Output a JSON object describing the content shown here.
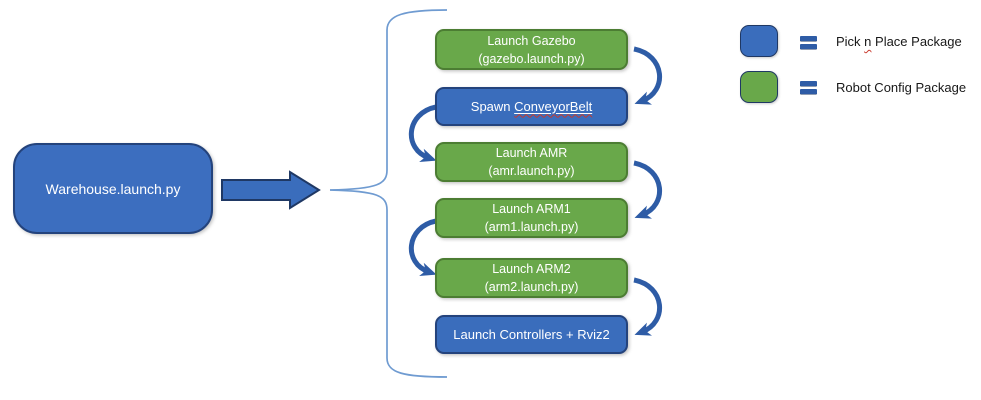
{
  "palette": {
    "blue_fill": "#3a6dbc",
    "blue_border": "#24437c",
    "green_fill": "#69a84a",
    "green_border": "#4c7d33",
    "arrow_blue": "#2e5ca6",
    "brace_blue": "#6f9bd1",
    "spellcheck_red": "#c9392c",
    "legend_text": "#181818",
    "node_text": "#ffffff"
  },
  "nodes": {
    "root": {
      "label": "Warehouse.launch.py"
    },
    "flow": [
      {
        "type": "robot-config",
        "lines": [
          "Launch Gazebo",
          "(gazebo.launch.py)"
        ]
      },
      {
        "type": "pick-n-place",
        "prefix": "Spawn ",
        "word": "ConveyorBelt"
      },
      {
        "type": "robot-config",
        "lines": [
          "Launch AMR",
          "(amr.launch.py)"
        ]
      },
      {
        "type": "robot-config",
        "lines": [
          "Launch ARM1",
          "(arm1.launch.py)"
        ]
      },
      {
        "type": "robot-config",
        "lines": [
          "Launch ARM2",
          "(arm2.launch.py)"
        ]
      },
      {
        "type": "pick-n-place",
        "lines": [
          "Launch Controllers + Rviz2"
        ]
      }
    ]
  },
  "legend": {
    "items": [
      {
        "swatch": "blue",
        "label_prefix": "Pick ",
        "misspelled": "n",
        "label_suffix": " Place Package"
      },
      {
        "swatch": "green",
        "label": "Robot Config Package"
      }
    ]
  }
}
